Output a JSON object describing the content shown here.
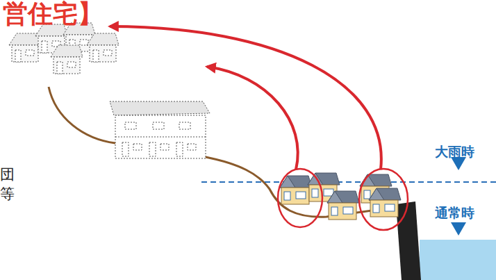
{
  "diagram": {
    "title": "営住宅】",
    "labels": [
      "大雨時",
      "通常時",
      "団",
      "等"
    ]
  }
}
